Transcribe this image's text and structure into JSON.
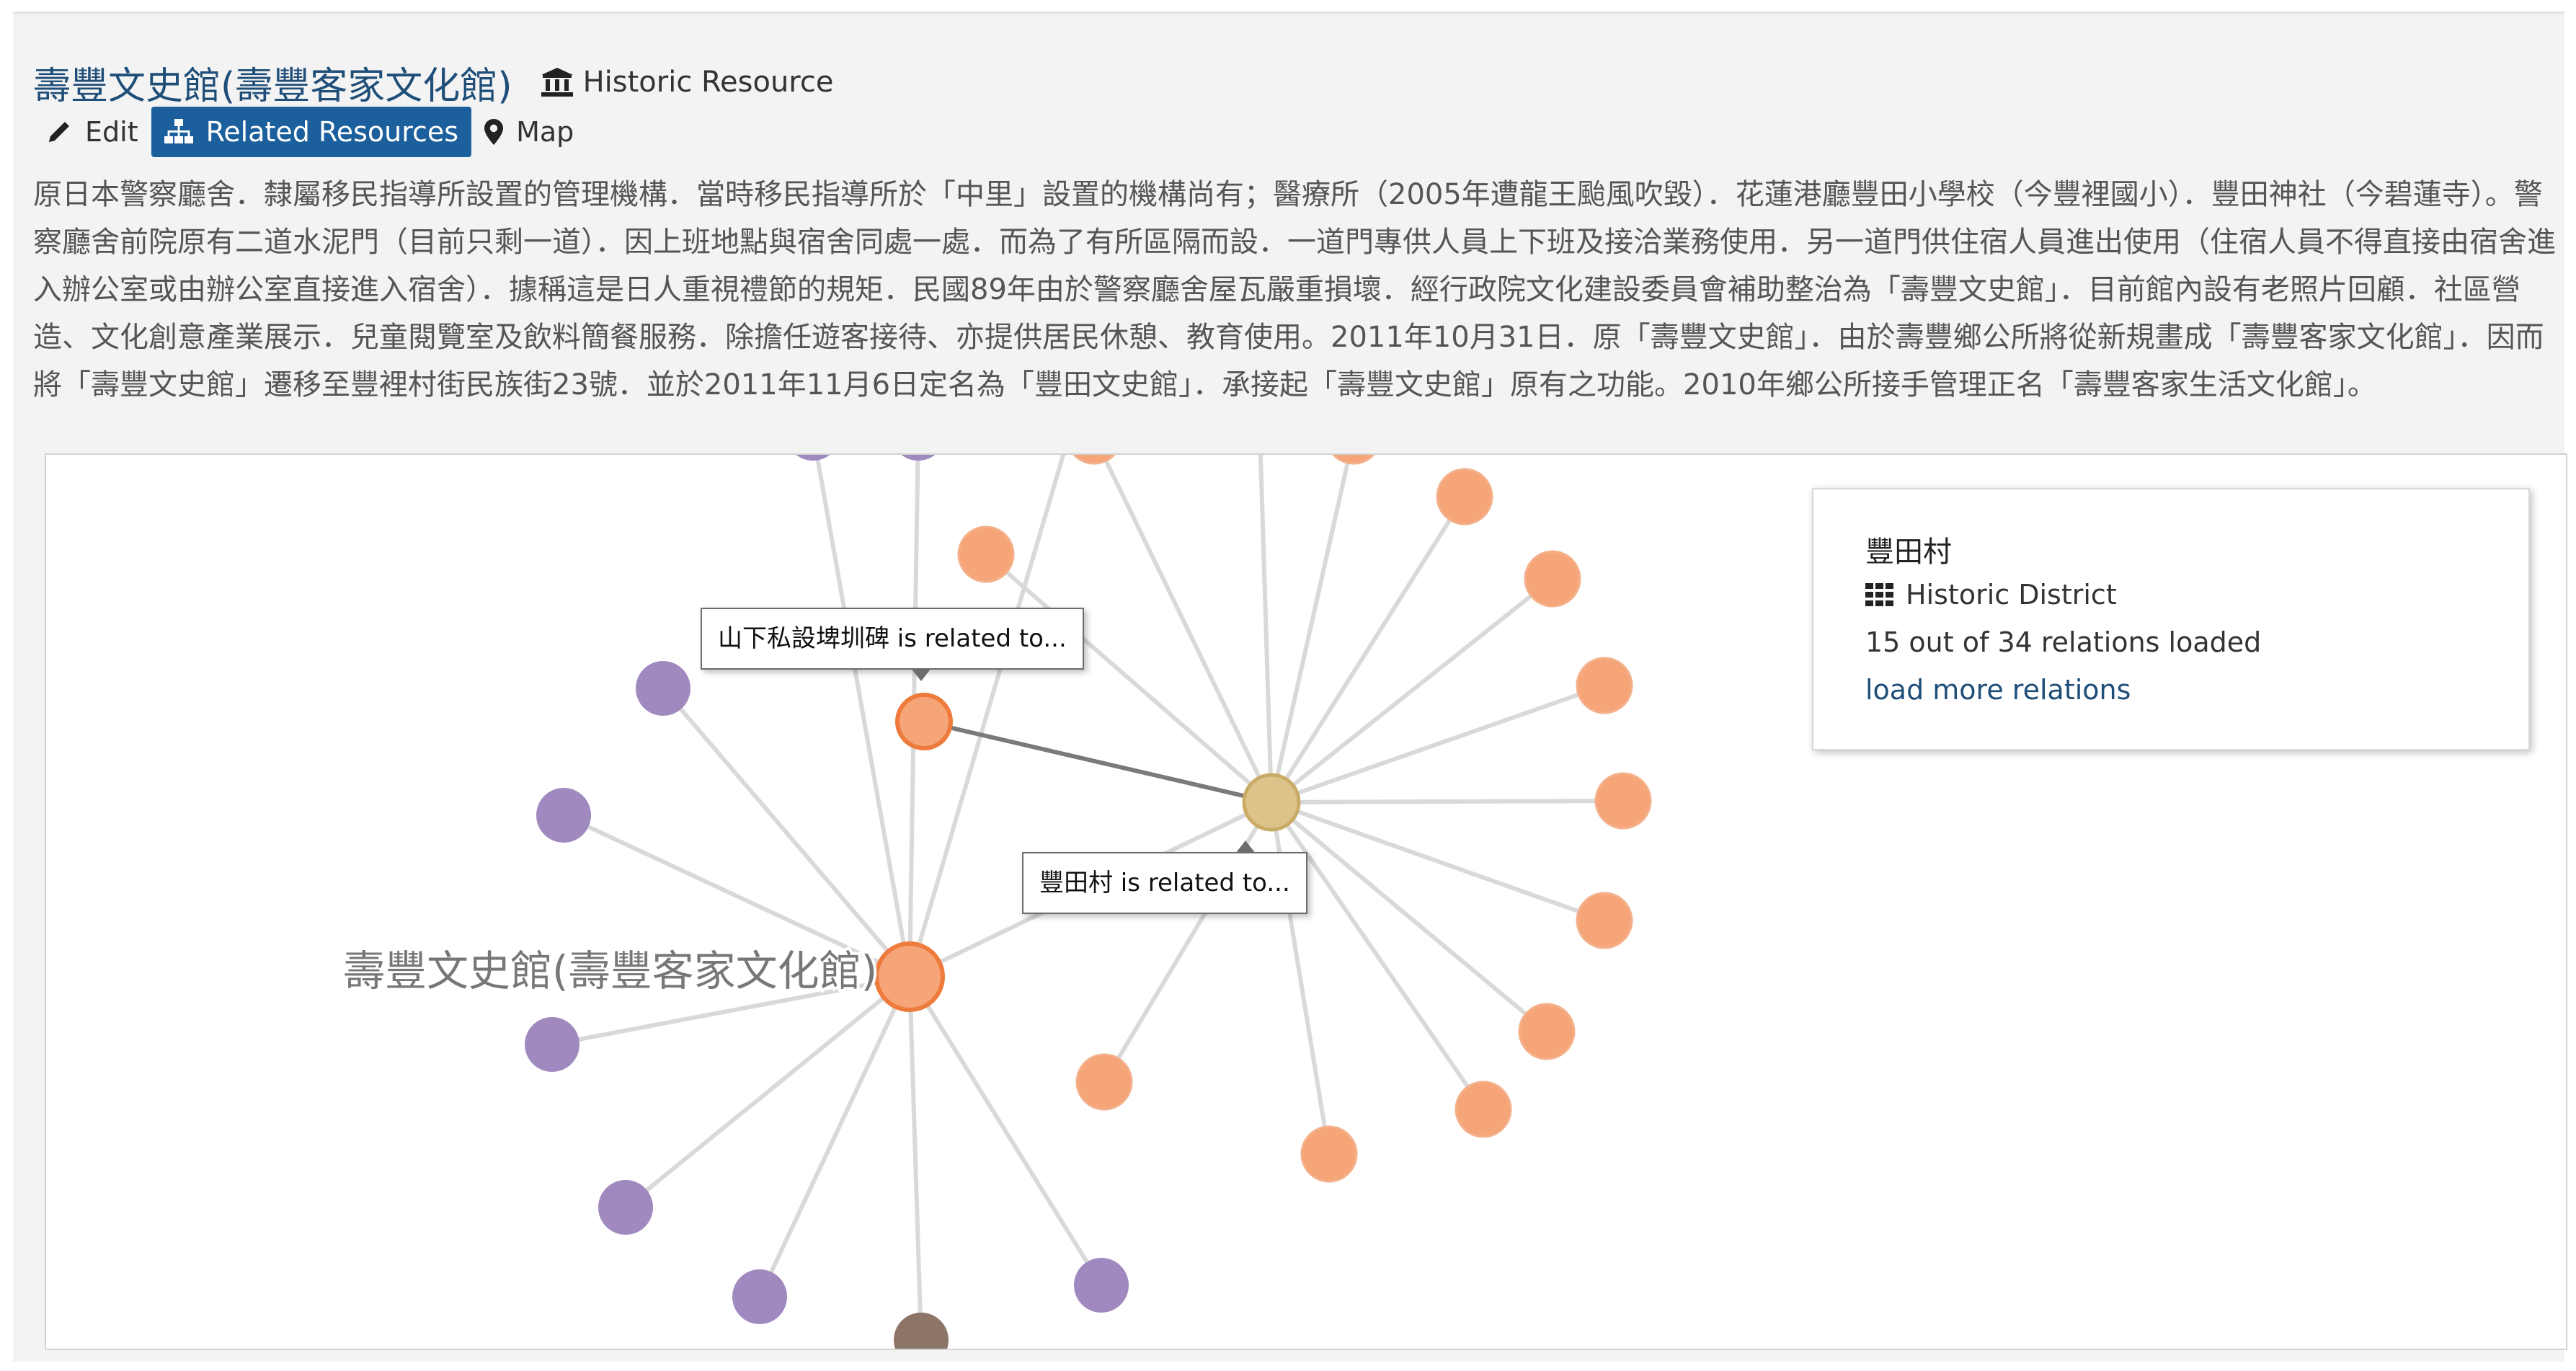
{
  "resource": {
    "title": "壽豐文史館(壽豐客家文化館)",
    "type_label": "Historic Resource",
    "type_icon": "bank-icon"
  },
  "tabs": [
    {
      "label": "Edit",
      "icon": "pencil-icon",
      "active": false
    },
    {
      "label": "Related Resources",
      "icon": "sitemap-icon",
      "active": true
    },
    {
      "label": "Map",
      "icon": "map-marker-icon",
      "active": false
    }
  ],
  "description": "原日本警察廳舍．隸屬移民指導所設置的管理機構．當時移民指導所於「中里」設置的機構尚有；醫療所（2005年遭龍王颱風吹毀）．花蓮港廳豐田小學校（今豐裡國小）．豐田神社（今碧蓮寺）。警察廳舍前院原有二道水泥門（目前只剩一道）．因上班地點與宿舍同處一處．而為了有所區隔而設．一道門專供人員上下班及接洽業務使用．另一道門供住宿人員進出使用（住宿人員不得直接由宿舍進入辦公室或由辦公室直接進入宿舍）．據稱這是日人重視禮節的規矩．民國89年由於警察廳舍屋瓦嚴重損壞．經行政院文化建設委員會補助整治為「壽豐文史館」．目前館內設有老照片回顧．社區營造、文化創意產業展示．兒童閱覽室及飲料簡餐服務．除擔任遊客接待、亦提供居民休憩、教育使用。2011年10月31日．原「壽豐文史館」．由於壽豐鄉公所將從新規畫成「壽豐客家文化館」．因而將「壽豐文史館」遷移至豐裡村街民族街23號．並於2011年11月6日定名為「豐田文史館」．承接起「壽豐文史館」原有之功能。2010年鄉公所接手管理正名「壽豐客家生活文化館」。",
  "graph": {
    "center_label": "壽豐文史館(壽豐客家文化館)",
    "tooltips": [
      {
        "text": "山下私設埤圳碑 is related to..."
      },
      {
        "text": "豐田村 is related to..."
      }
    ],
    "colors": {
      "orange": "#f6a579",
      "orange_stroke": "#f4b08a",
      "purple": "#9f89bf",
      "tan": "#dcc38a",
      "brown": "#8c7466",
      "edge": "#d9d9d9",
      "highlight_edge": "#7a7a7a",
      "selected_stroke": "#ee7a3b"
    }
  },
  "info_card": {
    "name": "豐田村",
    "type_label": "Historic District",
    "type_icon": "grid-icon",
    "relations_loaded": "15 out of 34 relations loaded",
    "load_more": "load more relations"
  }
}
